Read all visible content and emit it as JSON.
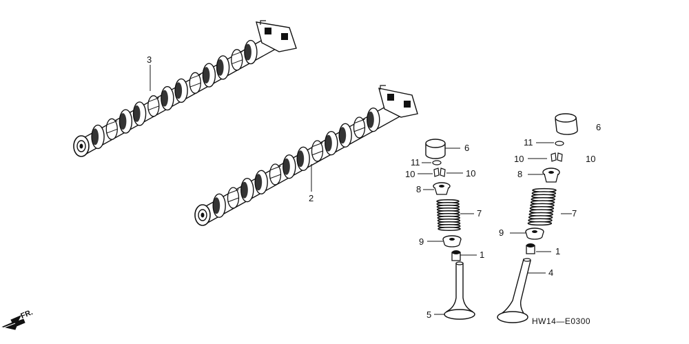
{
  "diagram": {
    "drawing_code": "HW14—E0300",
    "direction_label": "FR.",
    "callouts": {
      "n3": "3",
      "n2": "2",
      "n6a": "6",
      "n11a": "11",
      "n10a": "10",
      "n10b": "10",
      "n8a": "8",
      "n7a": "7",
      "n9a": "9",
      "n1a": "1",
      "n5": "5",
      "n6b": "6",
      "n11b": "11",
      "n10c": "10",
      "n10d": "10",
      "n8b": "8",
      "n7b": "7",
      "n9b": "9",
      "n1b": "1",
      "n4": "4"
    }
  }
}
